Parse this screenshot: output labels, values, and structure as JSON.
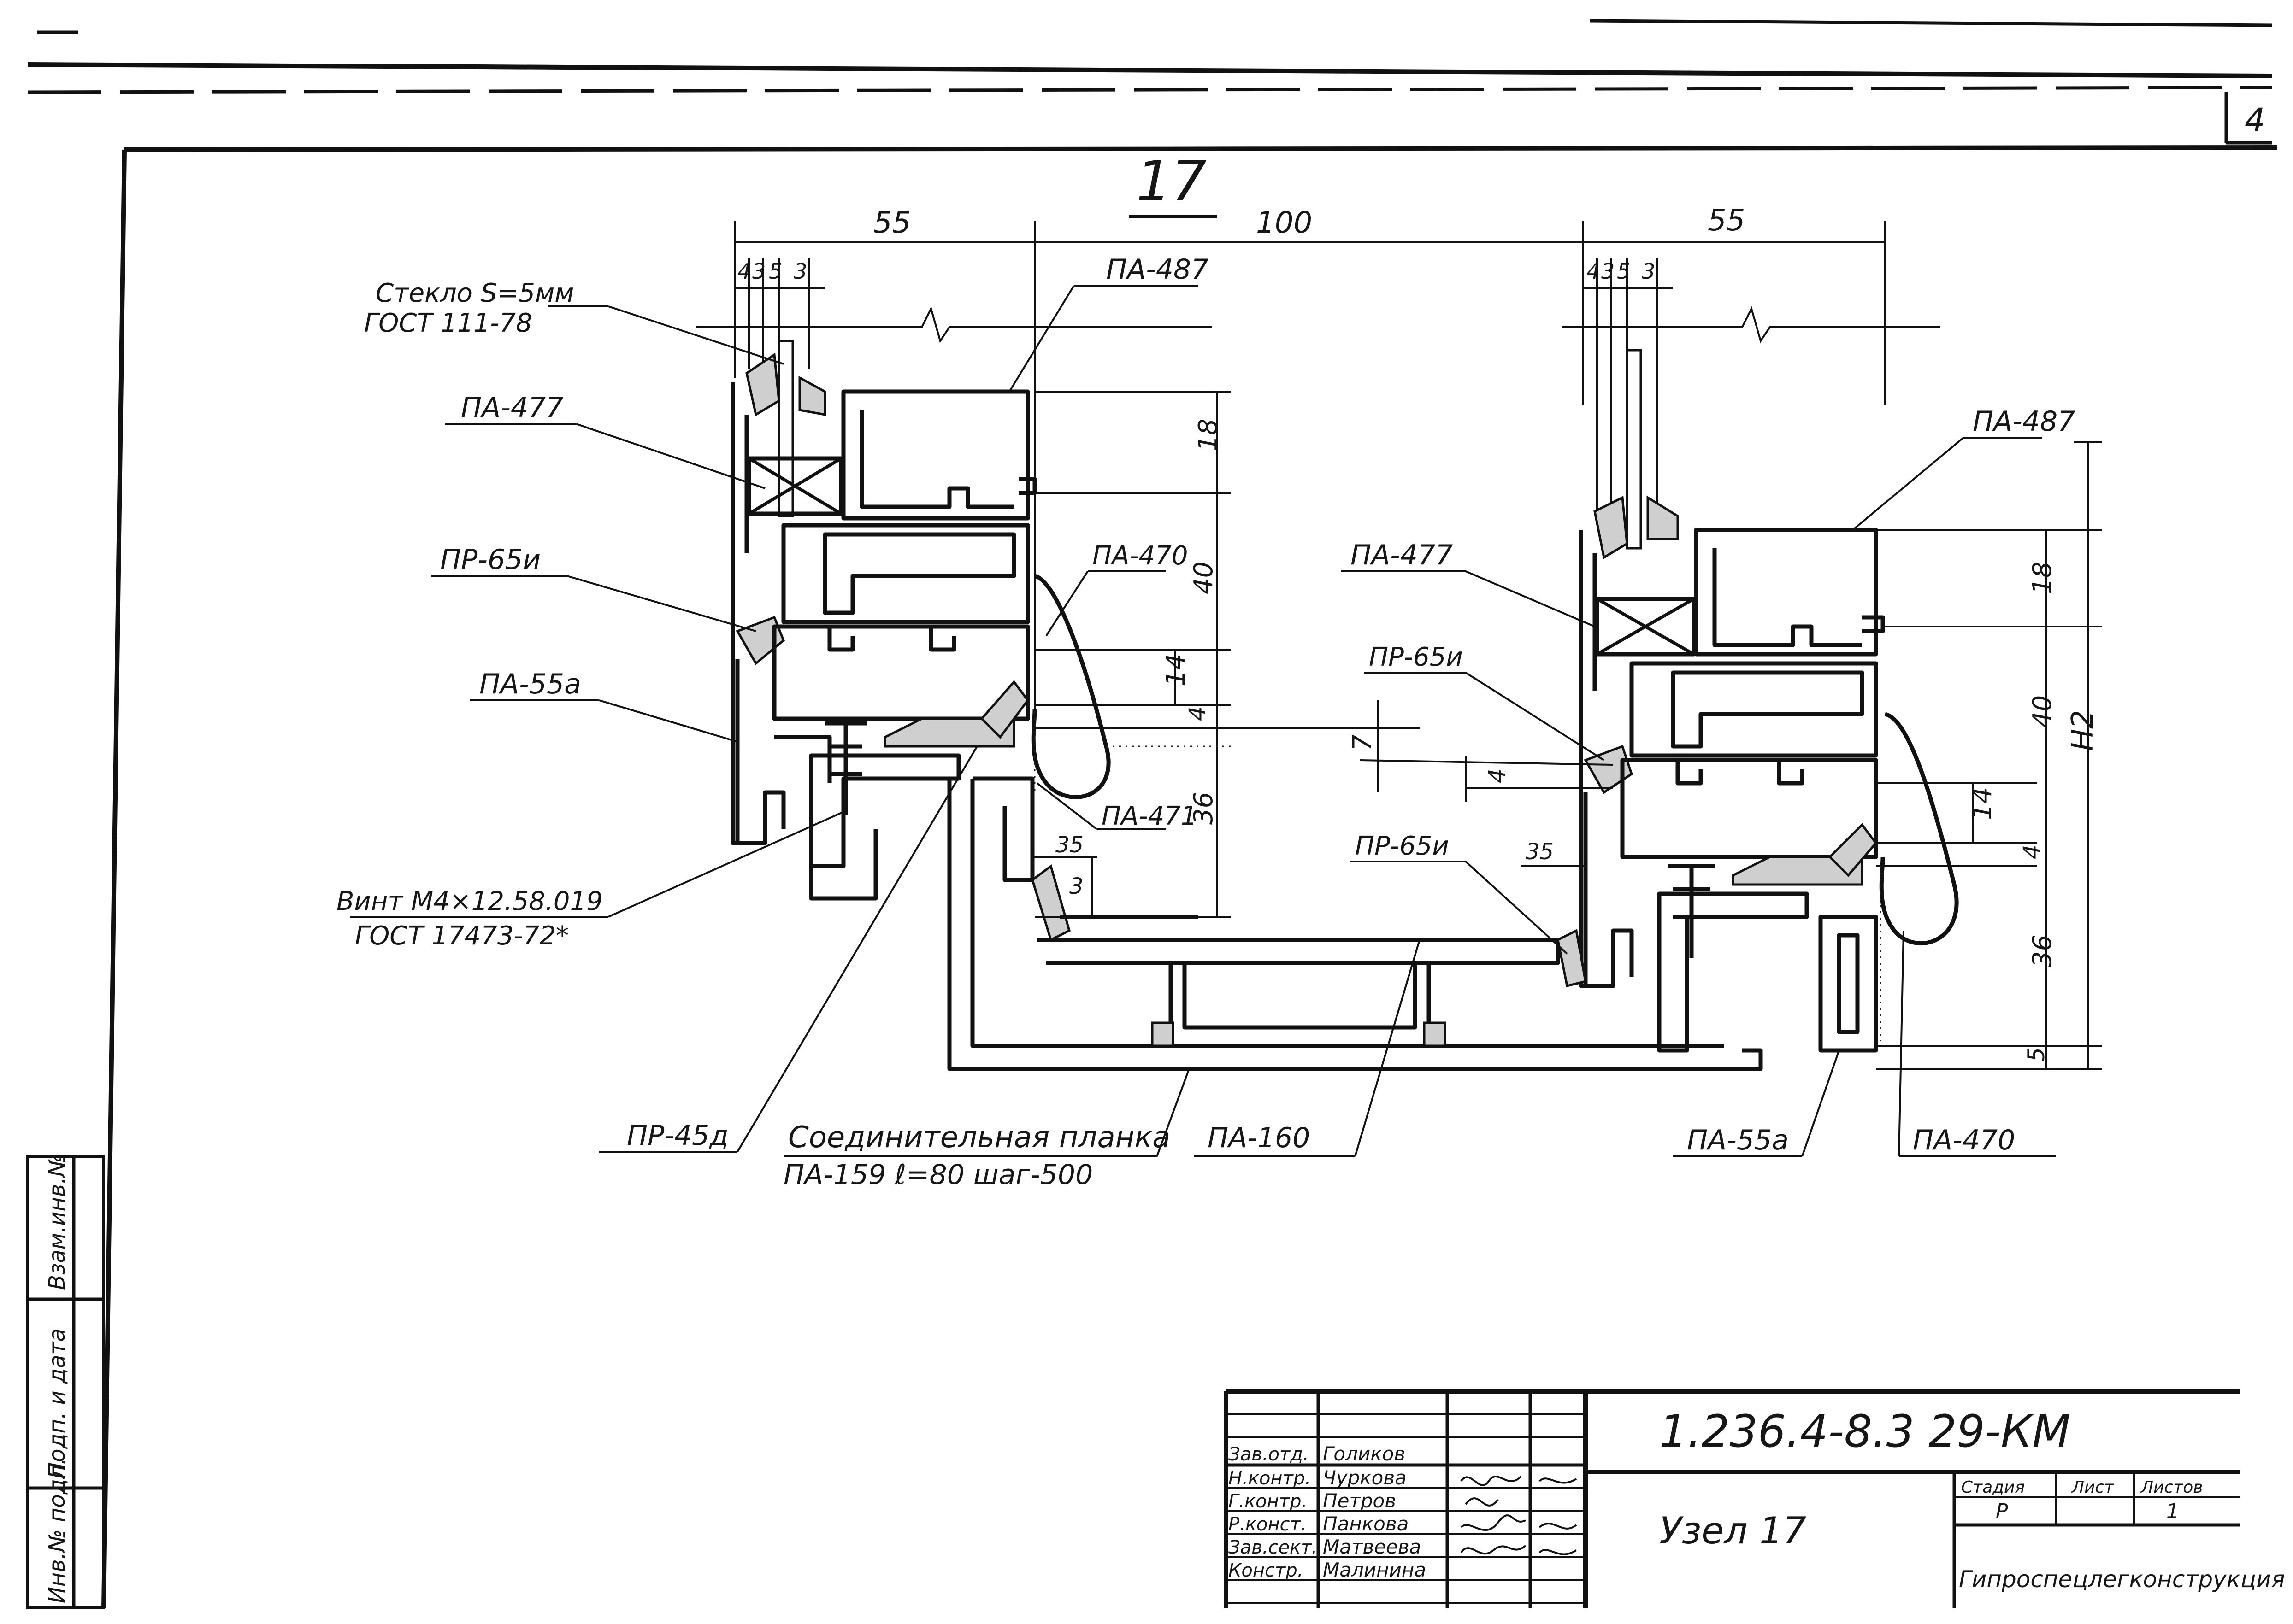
{
  "header": {
    "sheet_no": "4"
  },
  "node": {
    "number": "17"
  },
  "dims": {
    "left_width": "55",
    "gap_width": "100",
    "right_width": "55",
    "left_layers": [
      "4",
      "3",
      "5",
      "3"
    ],
    "right_layers": [
      "4",
      "3",
      "5",
      "3"
    ],
    "left_v": {
      "d18": "18",
      "d40": "40",
      "d14": "14",
      "d4": "4",
      "d36": "36",
      "d35": "35",
      "d3": "3"
    },
    "mid_v": {
      "d7": "7",
      "d4": "4"
    },
    "right_v": {
      "d18": "18",
      "d40": "40",
      "d14": "14",
      "d4": "4",
      "d36": "36",
      "d5": "5",
      "d35": "35",
      "h2": "H2"
    }
  },
  "labels": {
    "glass_line1": "Стекло S=5мм",
    "glass_line2": "ГОСТ 111-78",
    "pa477_left": "ПА-477",
    "pr65_left": "ПР-65и",
    "pa55_left": "ПА-55а",
    "pa487_left": "ПА-487",
    "pa470_left": "ПА-470",
    "pa471": "ПА-471",
    "screw_line1": "Винт М4×12.58.019",
    "screw_line2": "ГОСТ 17473-72*",
    "pr45": "ПР-45д",
    "plank_line1": "Соединительная планка",
    "plank_line2": "ПА-159 ℓ=80 шаг-500",
    "pa160": "ПА-160",
    "pa55_right": "ПА-55а",
    "pa470_right": "ПА-470",
    "pa477_right": "ПА-477",
    "pr65_right_top": "ПР-65и",
    "pr65_right_bottom": "ПР-65и",
    "pa487_right": "ПА-487"
  },
  "side_stamp": [
    "Взам.инв.№",
    "Подп. и дата",
    "Инв.№ подл."
  ],
  "title_block": {
    "code": "1.236.4-8.3  29-КМ",
    "title": "Узел 17",
    "org": "Гипроспецлегконструкция",
    "headers": {
      "stage": "Стадия",
      "sheet": "Лист",
      "sheets": "Листов"
    },
    "stage": "Р",
    "sheet": "",
    "sheets": "1",
    "staff": [
      {
        "role": "Зав.отд.",
        "name": "Голиков"
      },
      {
        "role": "Н.контр.",
        "name": "Чуркова"
      },
      {
        "role": "Г.контр.",
        "name": "Петров"
      },
      {
        "role": "Р.конст.",
        "name": "Панкова"
      },
      {
        "role": "Зав.сект.",
        "name": "Матвеева"
      },
      {
        "role": "Констр.",
        "name": "Малинина"
      }
    ]
  }
}
